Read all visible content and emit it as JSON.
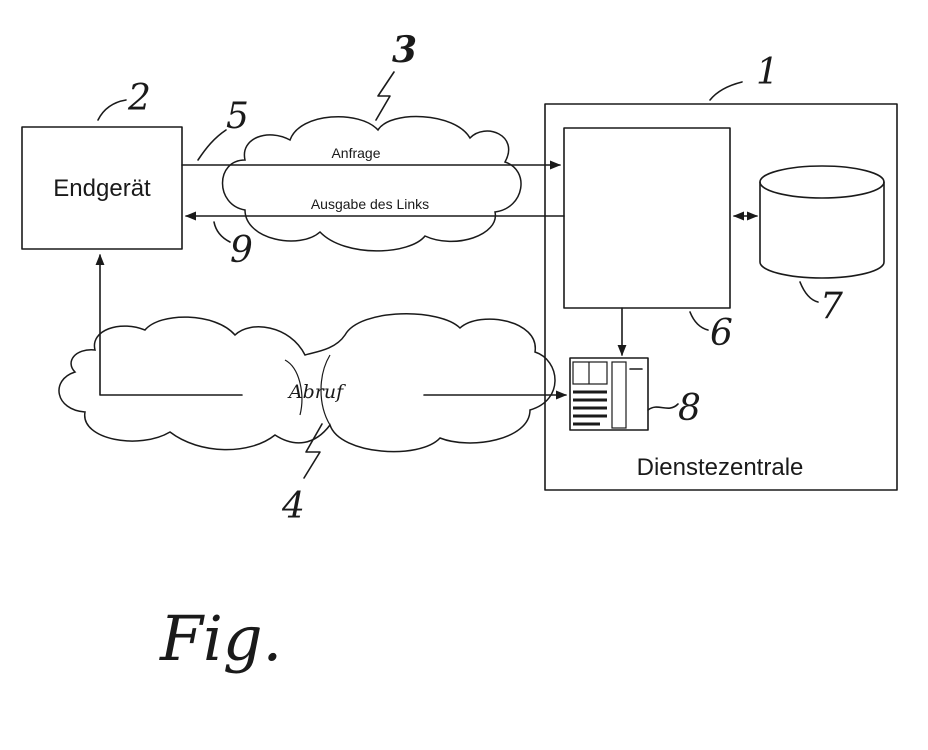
{
  "terminal": {
    "label": "Endgerät",
    "ref": "2"
  },
  "network_top": {
    "ref": "3"
  },
  "network_bottom": {
    "ref": "4",
    "label": "Abruf"
  },
  "service_center": {
    "ref": "1",
    "label": "Dienstezentrale"
  },
  "server": {
    "ref": "6"
  },
  "database": {
    "ref": "7"
  },
  "printer_device": {
    "ref": "8"
  },
  "request_link": {
    "ref": "5",
    "label": "Anfrage"
  },
  "response_link": {
    "ref": "9",
    "label": "Ausgabe des Links"
  },
  "figure_caption": "Fig."
}
